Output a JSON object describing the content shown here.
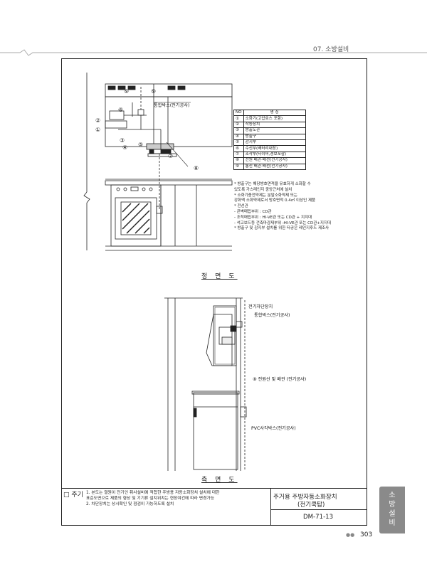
{
  "header": {
    "section": "07. 소방설비"
  },
  "front_view": {
    "title": "정 면 도",
    "labels": {
      "junction_box": "통합박스(전기공사)",
      "n1": "①",
      "n2": "②",
      "n3": "③",
      "n4": "④",
      "n5": "⑤",
      "n6": "⑥",
      "n7": "⑦",
      "n8": "⑧",
      "n9": "⑨"
    }
  },
  "legend": {
    "headers": [
      "NO",
      "명    칭"
    ],
    "rows": [
      [
        "①",
        "소화기(고압호스 포함)"
      ],
      [
        "②",
        "작동장치"
      ],
      [
        "③",
        "방출도관"
      ],
      [
        "④",
        "방출구"
      ],
      [
        "⑤",
        "감지부"
      ],
      [
        "⑥",
        "수신부(배터리내장)"
      ],
      [
        "⑦",
        "조작부(타이머,경보포함)"
      ],
      [
        "⑧",
        "전원 배관·배선(전기공사)"
      ],
      [
        "⑨",
        "통신 배관·배선(전기공사)"
      ]
    ]
  },
  "notes": [
    "* 방출구는 해당방호면적을 유효하게 소화할 수",
    "  있도록 가스레인지 중앙근처에 설치",
    "* 소화기충전약제는 분말소화약제 또는",
    "  강화액 소화약제로서 방호면적 0.4㎡ 이상인 제품",
    "* 전선관",
    "  - 콘벽매립부위 : CD관",
    "  - 조적매립부위 : HI-VE관 또는 CD관 + 지지대",
    "  - 석고보드등 건축마감재부위 :HI-VE관 또는 CD관+지지대",
    "* 방출구 및 감지부 설치를 위한 타공은 레인지후드 제조사"
  ],
  "side_view": {
    "title": "측 면 도",
    "breaker": "전기차단장치",
    "junction_box": "통합박스(전기공사)",
    "power_line": "⑧ 전원선 및 배관 (전기공사)",
    "pvc_box": "PVC사각박스(전기공사)"
  },
  "footer_notes": {
    "label": "□ 주기",
    "lines": [
      "1. 본도는 열원이 전기인 취사설비에 적합한 주방용 자동소화장치 설치에 대한",
      "   표준도면으로 제품의 형상 및 기기류 설치위치는 현장여건에 따라 변경가능",
      "2. 차단장치는 상시확인 및 점검이 가능하도록 설치"
    ]
  },
  "title_block": {
    "line1": "주거용 주방자동소화장치",
    "line2": "(전기쿡탑)",
    "drawing_no": "DM-71-13"
  },
  "side_tab": {
    "text": "소\n방\n설\n비"
  },
  "page": {
    "number": "303"
  }
}
